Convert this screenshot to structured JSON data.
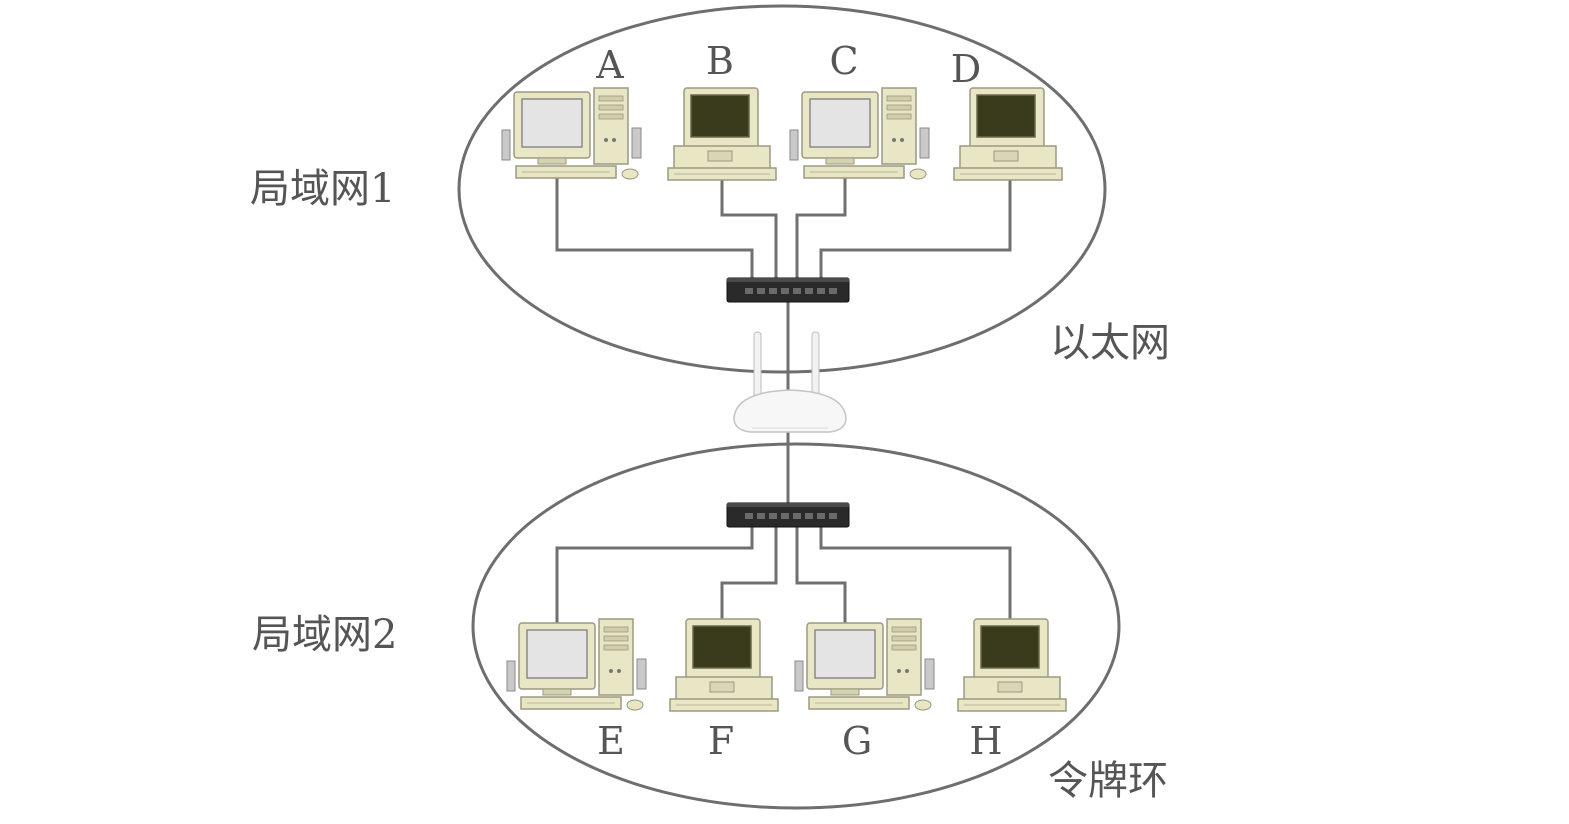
{
  "lan1": {
    "label": "局域网1",
    "type_label": "以太网"
  },
  "lan2": {
    "label": "局域网2",
    "type_label": "令牌环"
  },
  "nodes": {
    "A": "A",
    "B": "B",
    "C": "C",
    "D": "D",
    "E": "E",
    "F": "F",
    "G": "G",
    "H": "H"
  },
  "colors": {
    "ring": "#6e6e6e",
    "wire": "#707070",
    "label": "#555555",
    "computer_beige": "#e8e6c4",
    "screen_dark": "#3a3a1c",
    "screen_light": "#e4e4e4",
    "switch": "#2a2a2a"
  }
}
